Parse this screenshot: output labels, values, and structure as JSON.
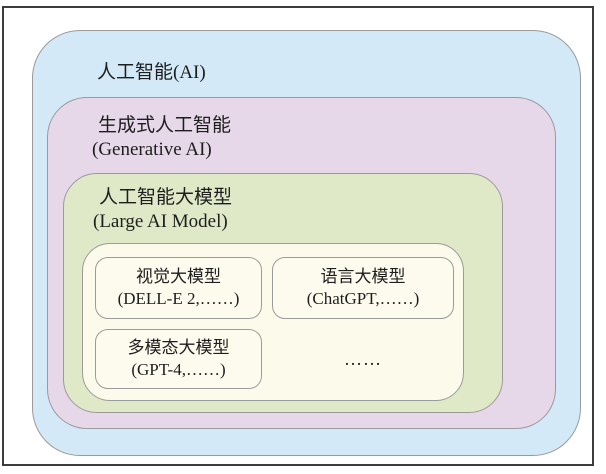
{
  "diagram": {
    "ai": {
      "title": "人工智能(AI)"
    },
    "generative": {
      "title_zh": "生成式人工智能",
      "title_en": "(Generative AI)"
    },
    "large_model": {
      "title_zh": "人工智能大模型",
      "title_en": "(Large AI Model)"
    },
    "models": [
      {
        "name": "视觉大模型",
        "examples": "(DELL-E 2,……)"
      },
      {
        "name": "语言大模型",
        "examples": "(ChatGPT,……)"
      },
      {
        "name": "多模态大模型",
        "examples": "(GPT-4,……)"
      }
    ],
    "more": "……",
    "colors": {
      "ai_fill": "#d3e9f7",
      "generative_fill": "#e6d7e9",
      "large_model_fill": "#dfe9c7",
      "group_fill": "#fcfaea",
      "model_box_fill": "#fdfbee",
      "box_border": "#9b9b9b",
      "frame_border": "#3c3c3c",
      "text": "#1e1e1e"
    }
  }
}
